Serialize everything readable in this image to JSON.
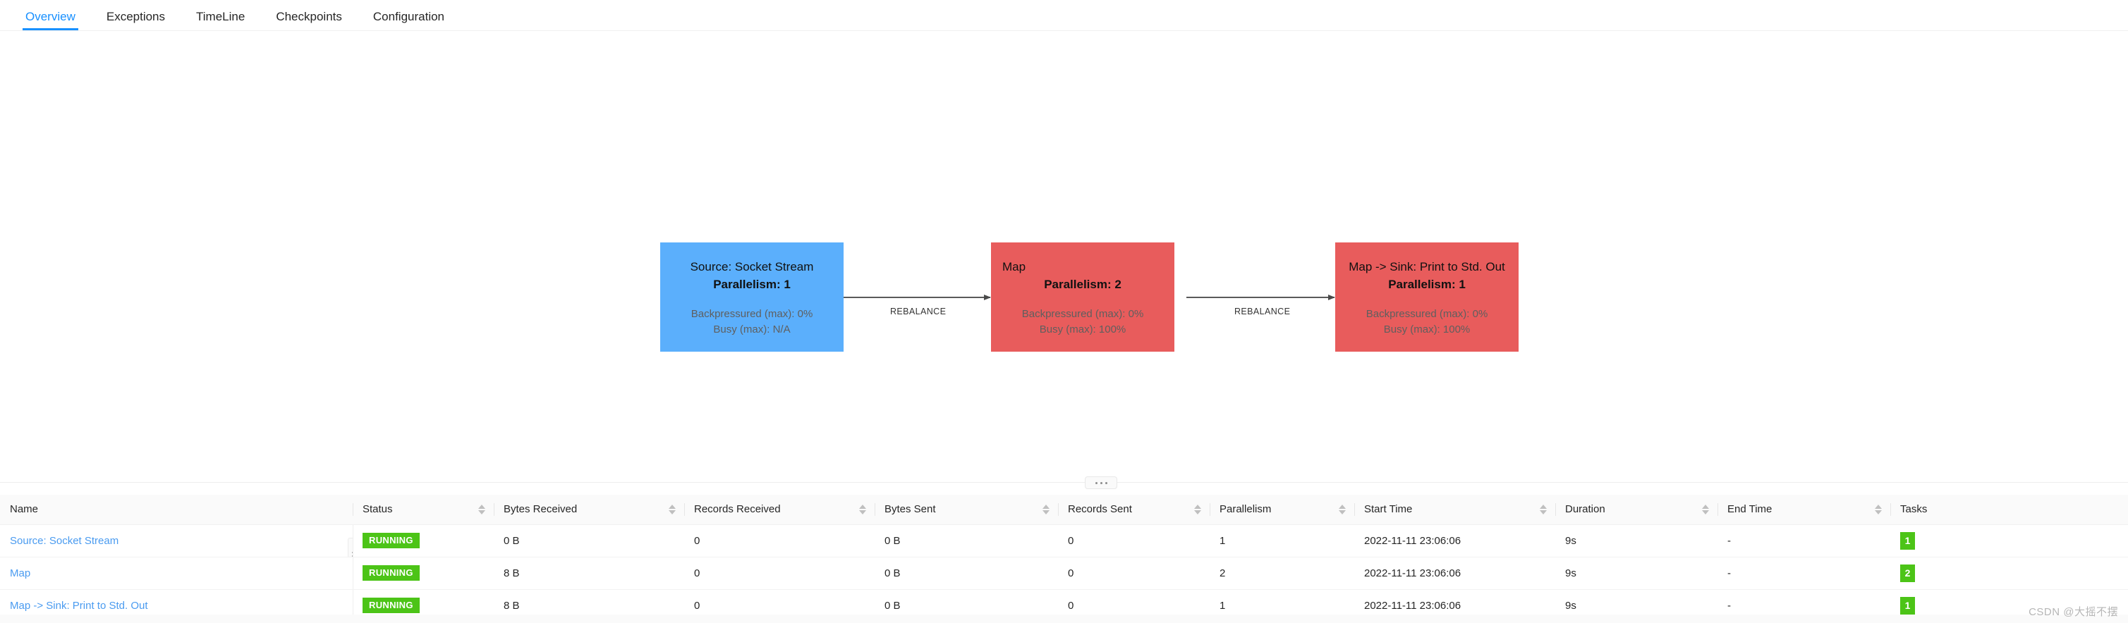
{
  "tabs": [
    {
      "label": "Overview",
      "active": true
    },
    {
      "label": "Exceptions",
      "active": false
    },
    {
      "label": "TimeLine",
      "active": false
    },
    {
      "label": "Checkpoints",
      "active": false
    },
    {
      "label": "Configuration",
      "active": false
    }
  ],
  "colors": {
    "accent": "#1890ff",
    "node_source": "#5BAFFC",
    "node_operator": "#E85C5C",
    "status_running": "#4CC417",
    "link": "#4a9bf0"
  },
  "graph": {
    "nodes": [
      {
        "name": "Source: Socket Stream",
        "parallelism": "Parallelism: 1",
        "backpressured": "Backpressured (max): 0%",
        "busy": "Busy (max): N/A"
      },
      {
        "name": "Map",
        "parallelism": "Parallelism: 2",
        "backpressured": "Backpressured (max): 0%",
        "busy": "Busy (max): 100%"
      },
      {
        "name": "Map -> Sink: Print to Std. Out",
        "parallelism": "Parallelism: 1",
        "backpressured": "Backpressured (max): 0%",
        "busy": "Busy (max): 100%"
      }
    ],
    "edges": [
      {
        "label": "REBALANCE"
      },
      {
        "label": "REBALANCE"
      }
    ]
  },
  "table": {
    "columns": [
      "Name",
      "Status",
      "Bytes Received",
      "Records Received",
      "Bytes Sent",
      "Records Sent",
      "Parallelism",
      "Start Time",
      "Duration",
      "End Time",
      "Tasks"
    ],
    "rows": [
      {
        "name": "Source: Socket Stream",
        "status": "RUNNING",
        "bytes_received": "0 B",
        "records_received": "0",
        "bytes_sent": "0 B",
        "records_sent": "0",
        "parallelism": "1",
        "start_time": "2022-11-11 23:06:06",
        "duration": "9s",
        "end_time": "-",
        "tasks": "1"
      },
      {
        "name": "Map",
        "status": "RUNNING",
        "bytes_received": "8 B",
        "records_received": "0",
        "bytes_sent": "0 B",
        "records_sent": "0",
        "parallelism": "2",
        "start_time": "2022-11-11 23:06:06",
        "duration": "9s",
        "end_time": "-",
        "tasks": "2"
      },
      {
        "name": "Map -> Sink: Print to Std. Out",
        "status": "RUNNING",
        "bytes_received": "8 B",
        "records_received": "0",
        "bytes_sent": "0 B",
        "records_sent": "0",
        "parallelism": "1",
        "start_time": "2022-11-11 23:06:06",
        "duration": "9s",
        "end_time": "-",
        "tasks": "1"
      }
    ]
  },
  "watermark": "CSDN @大摇不摆"
}
